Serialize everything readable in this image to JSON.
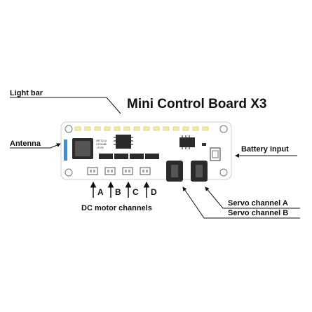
{
  "title": "Mini Control Board X3",
  "labels": {
    "light_bar": "Light bar",
    "antenna": "Antenna",
    "battery_input": "Battery input",
    "dc_motor_channels": "DC motor channels",
    "servo_a": "Servo channel A",
    "servo_b": "Servo channel B"
  },
  "channels": [
    "A",
    "B",
    "C",
    "D"
  ],
  "chip_text": [
    "SMT3214",
    "XYPA4NE",
    "173FE"
  ],
  "colors": {
    "led": "#f3ee9a",
    "board": "#ffffff",
    "chip": "#2b2b2b",
    "antenna": "#3a8fd6",
    "outline": "#222222"
  },
  "icons": [
    "arrow-up-icon",
    "arrow-right-icon",
    "arrow-left-icon"
  ]
}
